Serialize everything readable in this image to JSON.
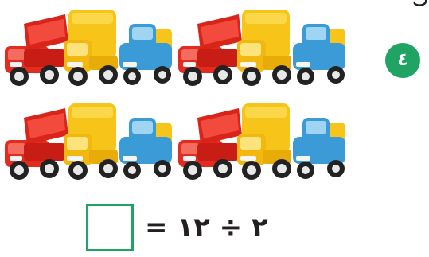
{
  "header": {
    "corner_mark": "ك"
  },
  "question": {
    "number": "٤",
    "badge_color": "#1fa463"
  },
  "figure": {
    "rows": 2,
    "groups_per_row": 2,
    "group": [
      {
        "kind": "dump-truck",
        "color": "#e32b1f"
      },
      {
        "kind": "box-truck",
        "color": "#f7c51a"
      },
      {
        "kind": "pickup-truck",
        "color": "#3a9bd6"
      }
    ]
  },
  "equation": {
    "text": "= ٢ ÷ ١٢",
    "answer_box_color": "#1fa463"
  }
}
